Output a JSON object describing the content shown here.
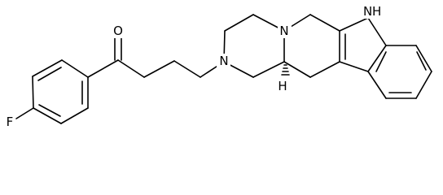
{
  "molecule": {
    "atoms": {
      "oxygen": "O",
      "fluorine": "F",
      "nitrogen_piperazine": "N",
      "nitrogen_bridgehead": "N",
      "nitrogen_indole": "N",
      "hydrogen_indole": "H",
      "hydrogen_stereocenter": "H"
    },
    "colors": {
      "bond": "#000000",
      "label": "#000000",
      "background": "#ffffff"
    }
  }
}
